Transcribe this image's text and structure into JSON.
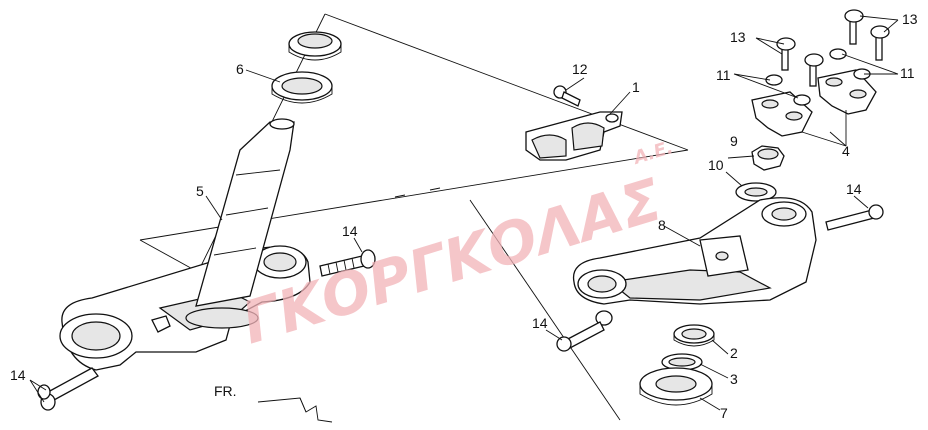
{
  "diagram": {
    "callouts": [
      {
        "id": "c1",
        "label": "1"
      },
      {
        "id": "c2",
        "label": "2"
      },
      {
        "id": "c3",
        "label": "3"
      },
      {
        "id": "c4",
        "label": "4"
      },
      {
        "id": "c5",
        "label": "5"
      },
      {
        "id": "c6",
        "label": "6"
      },
      {
        "id": "c7",
        "label": "7"
      },
      {
        "id": "c8",
        "label": "8"
      },
      {
        "id": "c9",
        "label": "9"
      },
      {
        "id": "c10",
        "label": "10"
      },
      {
        "id": "c11a",
        "label": "11"
      },
      {
        "id": "c11b",
        "label": "11"
      },
      {
        "id": "c12",
        "label": "12"
      },
      {
        "id": "c13a",
        "label": "13"
      },
      {
        "id": "c13b",
        "label": "13"
      },
      {
        "id": "c14a",
        "label": "14"
      },
      {
        "id": "c14b",
        "label": "14"
      },
      {
        "id": "c14c",
        "label": "14"
      },
      {
        "id": "c14d",
        "label": "14"
      }
    ],
    "direction_label": "FR.",
    "watermark": "ΓΚΟΡΓΚΟΛΑΣ",
    "watermark_suffix": "Α.Ε."
  }
}
